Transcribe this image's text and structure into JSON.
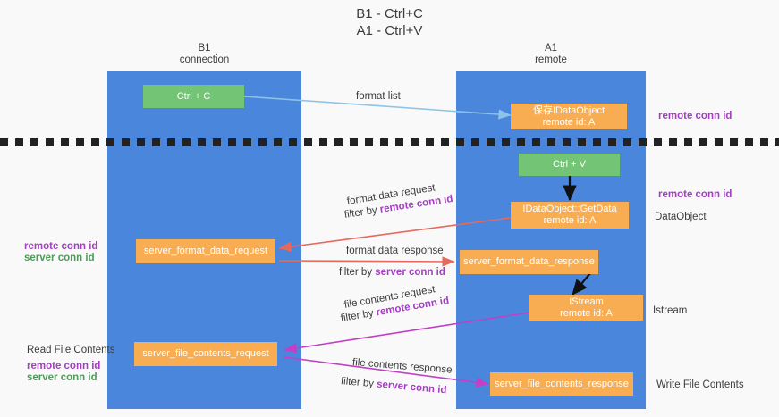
{
  "title": {
    "line1": "B1 - Ctrl+C",
    "line2": "A1 - Ctrl+V"
  },
  "lanes": [
    {
      "id": "b1",
      "name": "B1",
      "sub": "connection",
      "color": "#4a86db"
    },
    {
      "id": "a1",
      "name": "A1",
      "sub": "remote",
      "color": "#4a86db"
    }
  ],
  "nodes": {
    "ctrl_c": {
      "line1": "Ctrl + C",
      "line2": "",
      "color": "#74c476"
    },
    "save_dataobj": {
      "line1": "保存IDataObject",
      "line2": "remote id: A",
      "color": "#f9ad52"
    },
    "ctrl_v": {
      "line1": "Ctrl + V",
      "line2": "",
      "color": "#74c476"
    },
    "getdata": {
      "line1": "IDataObject::GetData",
      "line2": "remote id: A",
      "color": "#f9ad52"
    },
    "fmt_req": {
      "line1": "server_format_data_request",
      "line2": "",
      "color": "#f9ad52"
    },
    "fmt_resp": {
      "line1": "server_format_data_response",
      "line2": "",
      "color": "#f9ad52"
    },
    "istream": {
      "line1": "IStream",
      "line2": "remote id: A",
      "color": "#f9ad52"
    },
    "file_req": {
      "line1": "server_file_contents_request",
      "line2": "",
      "color": "#f9ad52"
    },
    "file_resp": {
      "line1": "server_file_contents_response",
      "line2": "",
      "color": "#f9ad52"
    }
  },
  "edge_labels": {
    "format_list": "format list",
    "fmt_req_l1": "format data request",
    "fmt_req_l2_prefix": "filter by ",
    "fmt_req_l2_key": "remote conn id",
    "fmt_resp_l1": "format data response",
    "fmt_resp_l2_prefix": "filter by ",
    "fmt_resp_l2_key": "server conn id",
    "file_req_l1": "file contents request",
    "file_req_l2_prefix": "filter by ",
    "file_req_l2_key": "remote conn id",
    "file_resp_l1": "file contents response",
    "file_resp_l2_prefix": "filter by ",
    "file_resp_l2_key": "server conn id"
  },
  "side_labels": {
    "right_remote_conn_top": "remote conn id",
    "right_remote_conn_mid": "remote conn id",
    "dataobject": "DataObject",
    "istream": "Istream",
    "write_file_contents": "Write File Contents",
    "left_remote_conn_mid": "remote conn id",
    "left_server_conn_mid": "server conn id",
    "read_file_contents": "Read File Contents",
    "left_remote_conn_bot": "remote conn id",
    "left_server_conn_bot": "server conn id"
  },
  "colors": {
    "lane": "#4a86db",
    "green_node": "#74c476",
    "orange_node": "#f9ad52",
    "purple_text": "#a23fc0",
    "green_text": "#4f9a5b",
    "arrow_lightblue": "#8ec3e8",
    "arrow_red": "#e8685d",
    "arrow_magenta": "#c140c6",
    "arrow_black": "#111111",
    "divider": "#222222",
    "background": "#f9f9f9"
  }
}
